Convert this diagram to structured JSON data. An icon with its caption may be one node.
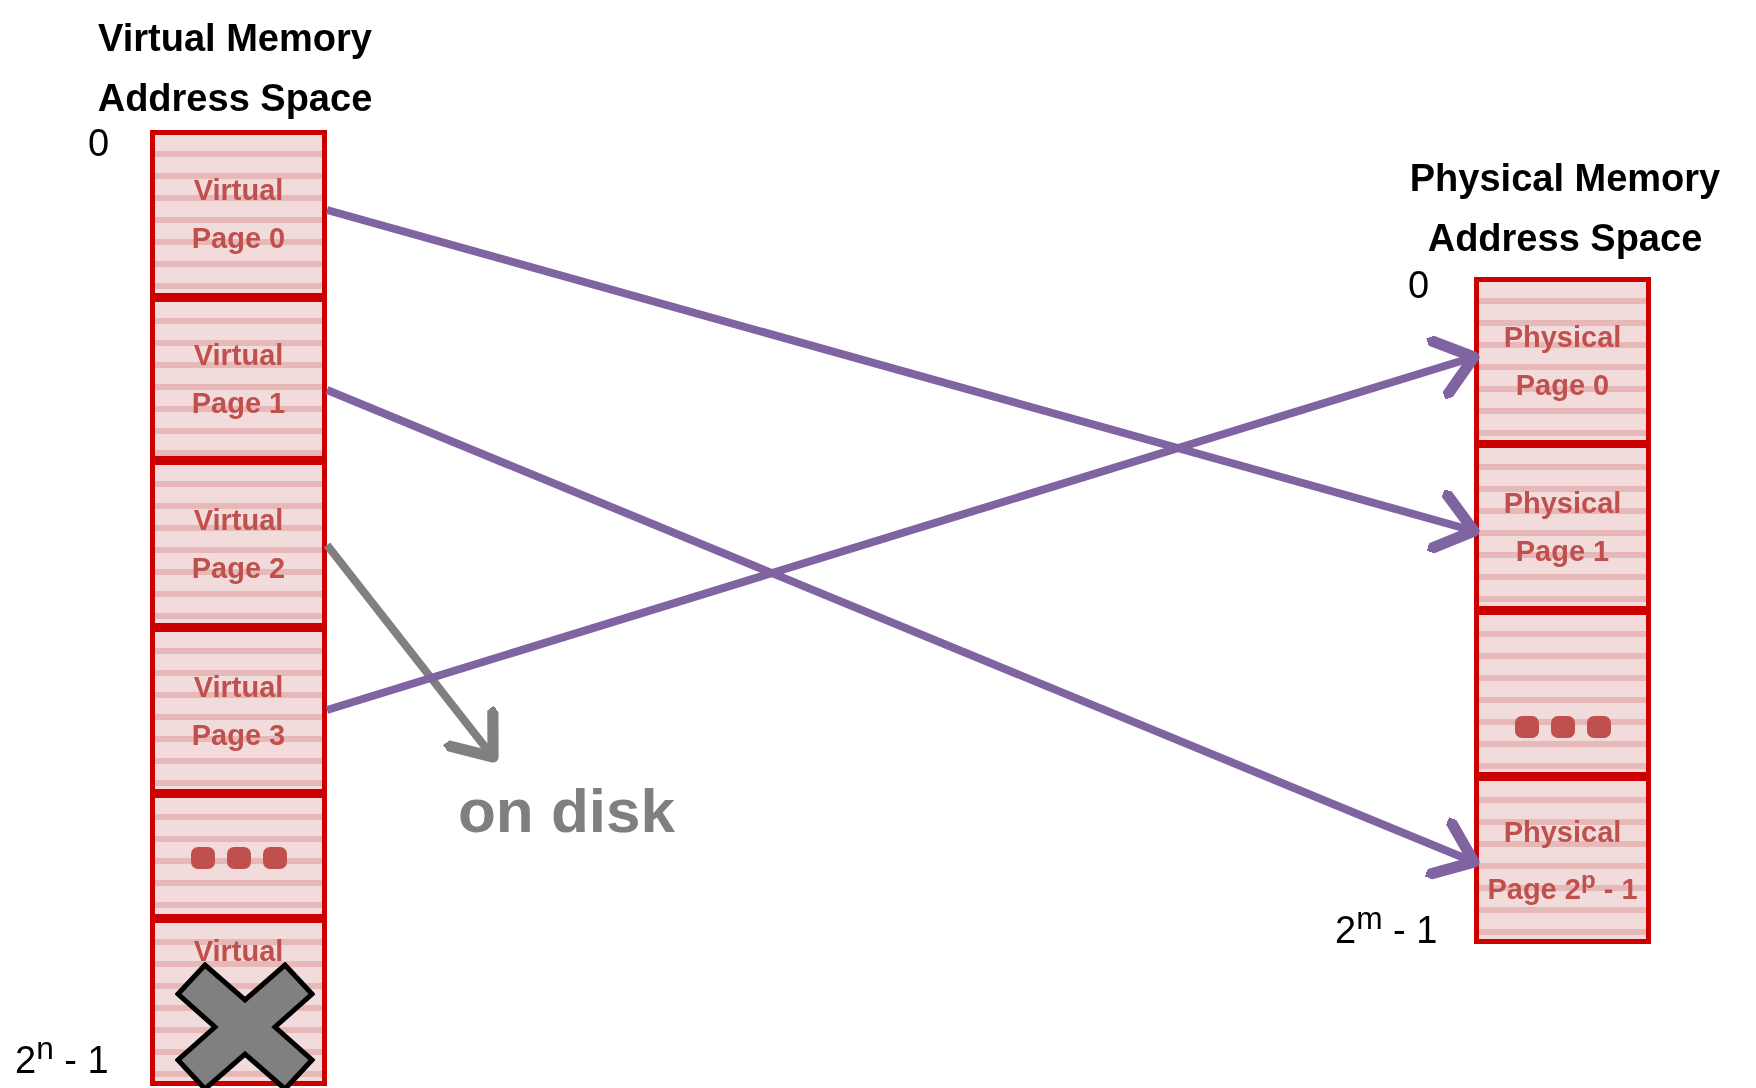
{
  "diagram": {
    "nodes": [
      {
        "text": [
          "Virtual Page 0"
        ]
      },
      {
        "text": [
          "Virtual Page 1"
        ]
      },
      {
        "text": [
          "Virtual Page 2"
        ]
      },
      {
        "text": [
          "Virtual Page 3"
        ]
      },
      {
        "text": [],
        "shape": "box"
      },
      {
        "text": [
          "Virtual"
        ]
      },
      {
        "text": [
          "Physical Page 0"
        ]
      },
      {
        "text": [
          "Physical Page 1"
        ]
      },
      {
        "text": [],
        "shape": "box"
      },
      {
        "text": [
          "Physical Page 2$^{p}$ - 1"
        ]
      },
      {
        "text": [
          "on disk"
        ]
      }
    ],
    "edges": [
      {
        "from": 0,
        "to": 7,
        "arrow": "to"
      },
      {
        "from": 1,
        "to": 9,
        "arrow": "to"
      },
      {
        "from": 2,
        "to": 10,
        "arrow": "to",
        "color": "#808080"
      },
      {
        "from": 3,
        "to": 6,
        "arrow": "to"
      }
    ],
    "labels": [
      "Virtual Memory Address Space",
      "0",
      "2$^{n}$ - 1",
      "Physical Memory Address Space",
      "0",
      "2$^{m}$ - 1"
    ]
  }
}
